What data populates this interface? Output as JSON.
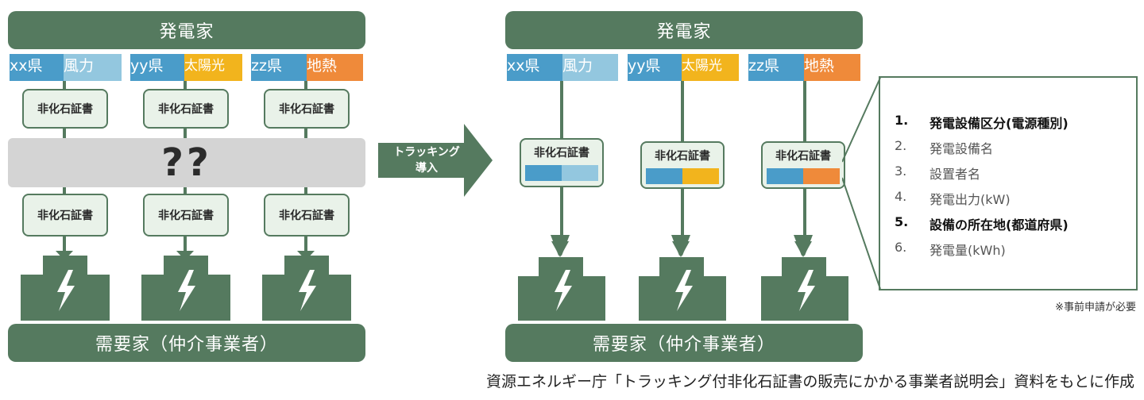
{
  "left": {
    "top_banner": "発電家",
    "bottom_banner": "需要家（仲介事業者）",
    "question": "??",
    "columns": [
      {
        "pref": "xx県",
        "source": "風力",
        "cert_top": "非化石証書",
        "cert_bottom": "非化石証書"
      },
      {
        "pref": "yy県",
        "source": "太陽光",
        "cert_top": "非化石証書",
        "cert_bottom": "非化石証書"
      },
      {
        "pref": "zz県",
        "source": "地熱",
        "cert_top": "非化石証書",
        "cert_bottom": "非化石証書"
      }
    ]
  },
  "arrow": {
    "line1": "トラッキング",
    "line2": "導入"
  },
  "right": {
    "top_banner": "発電家",
    "bottom_banner": "需要家（仲介事業者）",
    "columns": [
      {
        "pref": "xx県",
        "source": "風力",
        "cert": "非化石証書"
      },
      {
        "pref": "yy県",
        "source": "太陽光",
        "cert": "非化石証書"
      },
      {
        "pref": "zz県",
        "source": "地熱",
        "cert": "非化石証書"
      }
    ]
  },
  "info_box": {
    "items": [
      {
        "num": "1.",
        "text": "発電設備区分(電源種別)",
        "bold": true
      },
      {
        "num": "2.",
        "text": "発電設備名",
        "bold": false
      },
      {
        "num": "3.",
        "text": "設置者名",
        "bold": false
      },
      {
        "num": "4.",
        "text": "発電出力(kW)",
        "bold": false
      },
      {
        "num": "5.",
        "text": "設備の所在地(都道府県)",
        "bold": true
      },
      {
        "num": "6.",
        "text": "発電量(kWh)",
        "bold": false
      }
    ],
    "note": "※事前申請が必要"
  },
  "caption": "資源エネルギー庁「トラッキング付非化石証書の販売にかかる事業者説明会」資料をもとに作成",
  "colors": {
    "green": "#557a5f",
    "pref_blue": "#4a9cc9",
    "wind_light_blue": "#93c7df",
    "solar_yellow": "#f2b41d",
    "geo_orange": "#ef8a3a"
  }
}
